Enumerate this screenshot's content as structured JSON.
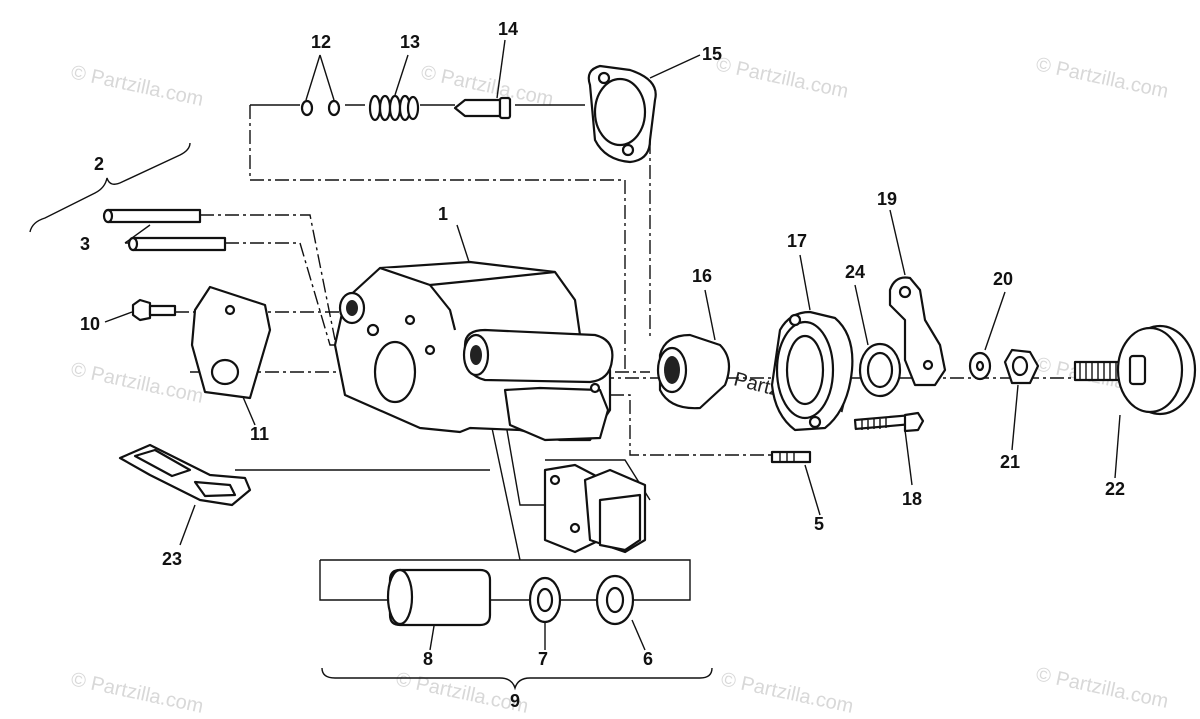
{
  "diagram": {
    "callouts": [
      {
        "id": "c1",
        "text": "1"
      },
      {
        "id": "c2",
        "text": "2"
      },
      {
        "id": "c3",
        "text": "3"
      },
      {
        "id": "c5",
        "text": "5"
      },
      {
        "id": "c6",
        "text": "6"
      },
      {
        "id": "c7",
        "text": "7"
      },
      {
        "id": "c8",
        "text": "8"
      },
      {
        "id": "c9",
        "text": "9"
      },
      {
        "id": "c10",
        "text": "10"
      },
      {
        "id": "c11",
        "text": "11"
      },
      {
        "id": "c12",
        "text": "12"
      },
      {
        "id": "c13",
        "text": "13"
      },
      {
        "id": "c14",
        "text": "14"
      },
      {
        "id": "c15",
        "text": "15"
      },
      {
        "id": "c16",
        "text": "16"
      },
      {
        "id": "c17",
        "text": "17"
      },
      {
        "id": "c18",
        "text": "18"
      },
      {
        "id": "c19",
        "text": "19"
      },
      {
        "id": "c20",
        "text": "20"
      },
      {
        "id": "c21",
        "text": "21"
      },
      {
        "id": "c22",
        "text": "22"
      },
      {
        "id": "c23",
        "text": "23"
      },
      {
        "id": "c24",
        "text": "24"
      }
    ],
    "watermark": "© Partzilla.com",
    "colors": {
      "ink": "#111111",
      "watermark": "#d8d8d8",
      "background": "#ffffff"
    }
  }
}
